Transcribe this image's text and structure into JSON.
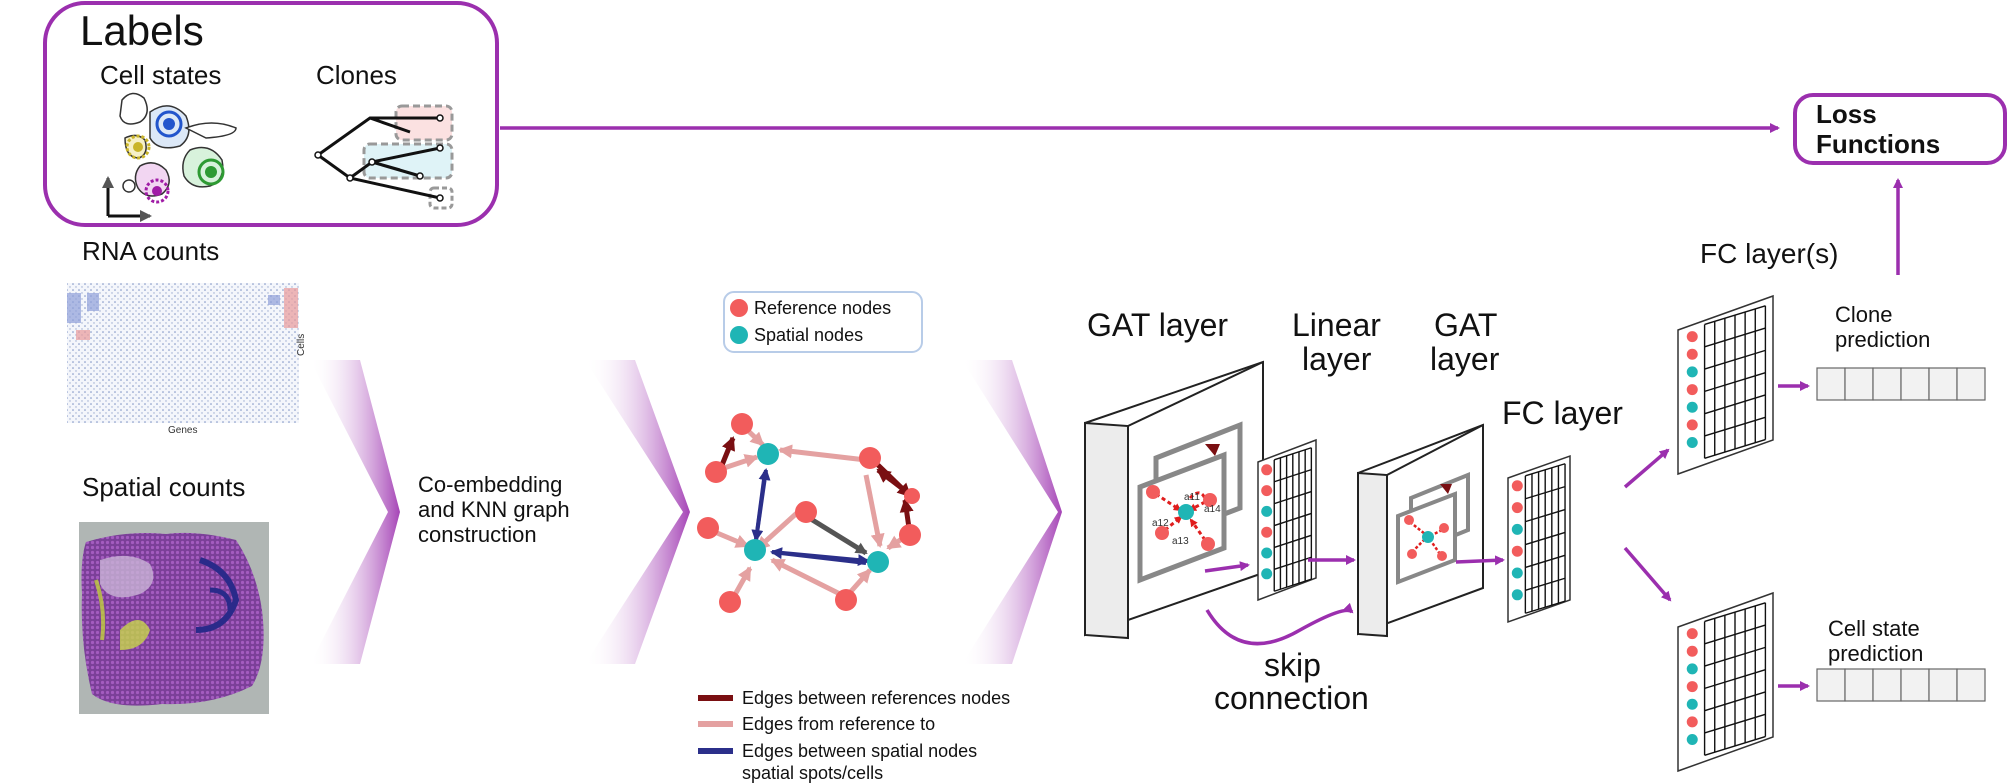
{
  "labels_panel": {
    "title": "Labels",
    "cell_states": "Cell states",
    "clones": "Clones"
  },
  "loss_functions": {
    "line1": "Loss",
    "line2": "Functions"
  },
  "rna": {
    "title": "RNA counts",
    "genes_axis": "Genes",
    "cells_axis": "Cells"
  },
  "spatial": {
    "title": "Spatial counts"
  },
  "coembed": {
    "line1": "Co-embedding",
    "line2": "and KNN graph",
    "line3": "construction"
  },
  "node_legend": {
    "reference": "Reference nodes",
    "spatial": "Spatial nodes"
  },
  "edge_legend": {
    "ref_ref": "Edges between references nodes",
    "ref_spatial": "Edges from reference to",
    "spatial_spatial": "Edges between spatial nodes",
    "spatial_cont": "spatial spots/cells"
  },
  "network": {
    "gat1": "GAT layer",
    "linear1": "Linear",
    "linear2": "layer",
    "gat2_1": "GAT",
    "gat2_2": "layer",
    "fc": "FC layer",
    "fc_layers": "FC layer(s)",
    "skip1": "skip",
    "skip2": "connection",
    "clone_pred1": "Clone",
    "clone_pred2": "prediction",
    "cell_pred1": "Cell state",
    "cell_pred2": "prediction",
    "attn": [
      "a11",
      "a12",
      "a13",
      "a14"
    ]
  },
  "colors": {
    "purple": "#9b2fae",
    "reference": "#f25c5c",
    "spatial": "#1fb5b5",
    "dark_red": "#7a0f12",
    "pink_edge": "#e4a1a1",
    "navy": "#2b2f8a"
  }
}
